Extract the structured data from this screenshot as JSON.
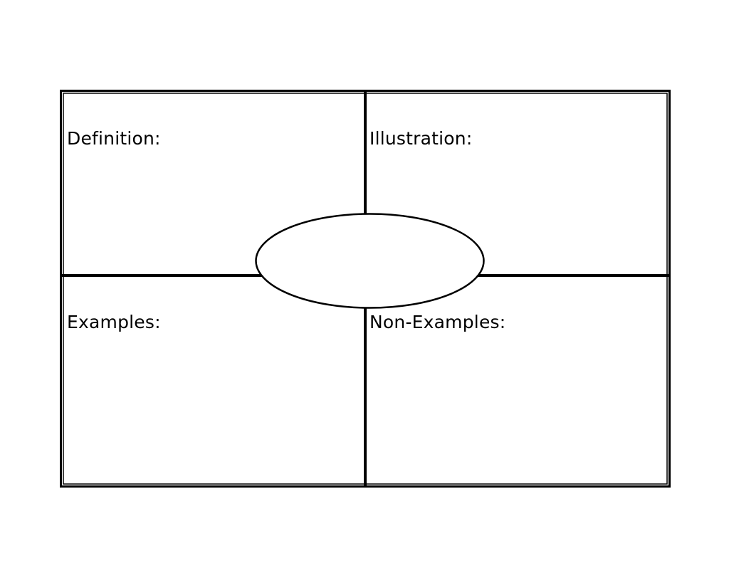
{
  "organizer": {
    "top_left_label": "Definition:",
    "top_right_label": "Illustration:",
    "bottom_left_label": "Examples:",
    "bottom_right_label": "Non-Examples:",
    "center_term": ""
  },
  "colors": {
    "line": "#000000",
    "background": "#ffffff"
  }
}
